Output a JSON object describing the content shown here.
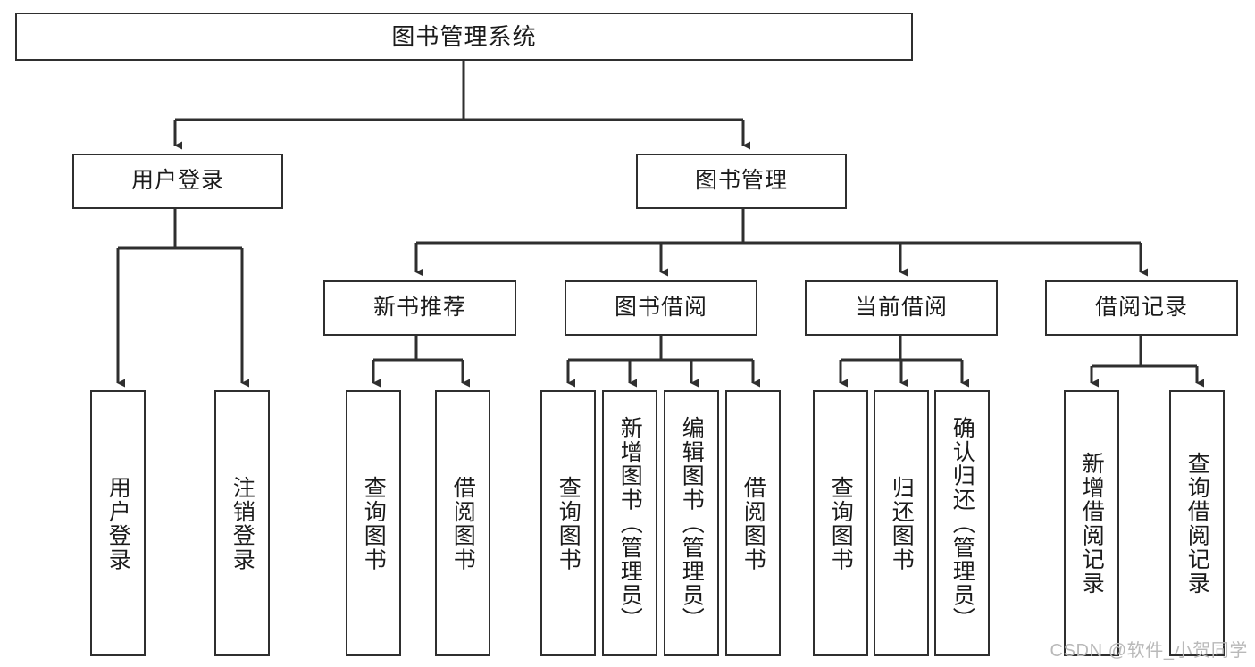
{
  "diagram": {
    "title": "图书管理系统",
    "watermark": "CSDN @软件_小贺同学",
    "stroke_color": "#2f2f2f",
    "background_color": "#ffffff",
    "text_color": "#1b1b1b",
    "watermark_color": "#b9b9b9"
  },
  "nodes": {
    "root": {
      "label": "图书管理系统"
    },
    "level2": [
      {
        "label": "用户登录"
      },
      {
        "label": "图书管理"
      }
    ],
    "level3": [
      {
        "label": "新书推荐"
      },
      {
        "label": "图书借阅"
      },
      {
        "label": "当前借阅"
      },
      {
        "label": "借阅记录"
      }
    ],
    "leaves": {
      "user_login": [
        {
          "label": "用户登录"
        },
        {
          "label": "注销登录"
        }
      ],
      "new_book_recommend": [
        {
          "label": "查询图书"
        },
        {
          "label": "借阅图书"
        }
      ],
      "book_borrow": [
        {
          "label": "查询图书"
        },
        {
          "label": "新增图书（管理员）"
        },
        {
          "label": "编辑图书（管理员）"
        },
        {
          "label": "借阅图书"
        }
      ],
      "current_borrow": [
        {
          "label": "查询图书"
        },
        {
          "label": "归还图书"
        },
        {
          "label": "确认归还（管理员）"
        }
      ],
      "borrow_record": [
        {
          "label": "新增借阅记录"
        },
        {
          "label": "查询借阅记录"
        }
      ]
    }
  }
}
